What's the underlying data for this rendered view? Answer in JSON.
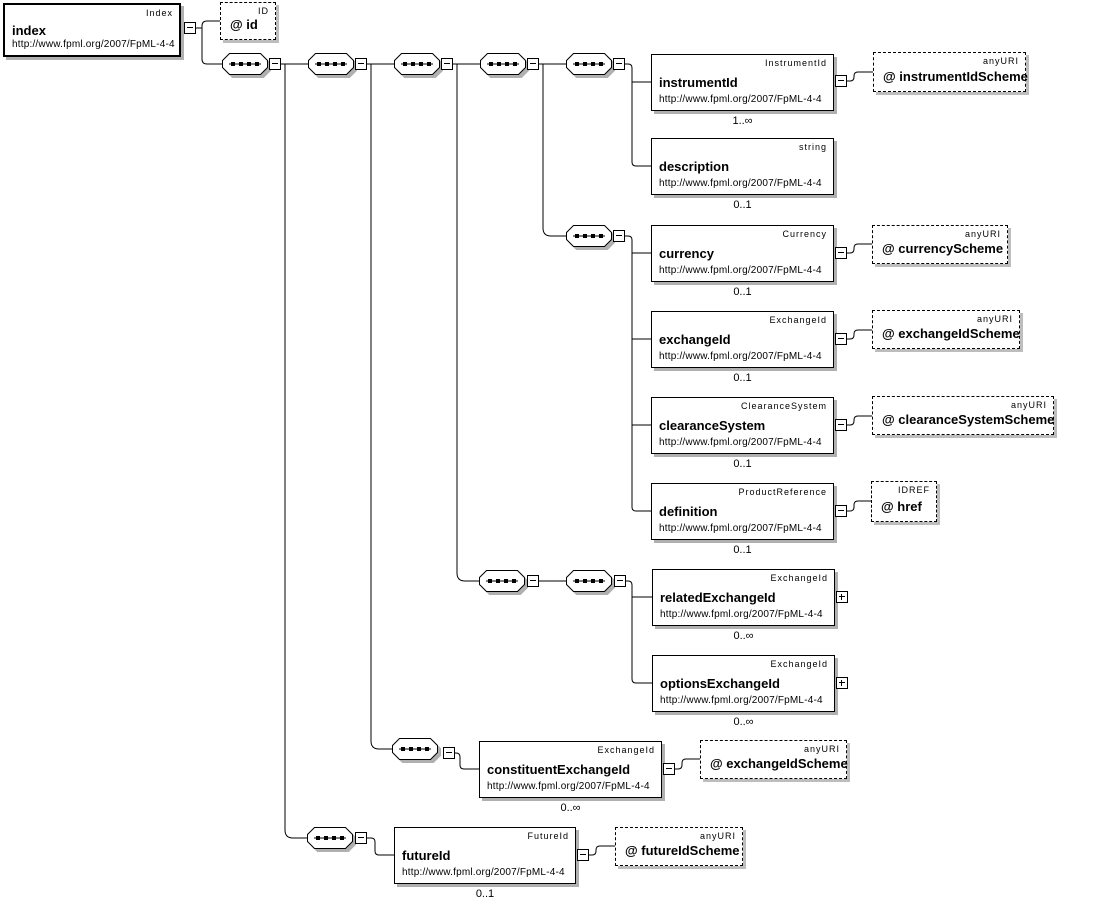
{
  "diagram": {
    "kind": "xml-schema-content-model",
    "colors": {
      "background": "#ffffff",
      "line": "#000000",
      "shadow": "#b0b0b0"
    }
  },
  "elements": {
    "index": {
      "name": "index",
      "type": "Index",
      "namespace": "http://www.fpml.org/2007/FpML-4-4"
    },
    "instrumentId": {
      "name": "instrumentId",
      "type": "InstrumentId",
      "namespace": "http://www.fpml.org/2007/FpML-4-4",
      "cardinality": "1..∞"
    },
    "description": {
      "name": "description",
      "type": "string",
      "namespace": "http://www.fpml.org/2007/FpML-4-4",
      "cardinality": "0..1"
    },
    "currency": {
      "name": "currency",
      "type": "Currency",
      "namespace": "http://www.fpml.org/2007/FpML-4-4",
      "cardinality": "0..1"
    },
    "exchangeId": {
      "name": "exchangeId",
      "type": "ExchangeId",
      "namespace": "http://www.fpml.org/2007/FpML-4-4",
      "cardinality": "0..1"
    },
    "clearanceSystem": {
      "name": "clearanceSystem",
      "type": "ClearanceSystem",
      "namespace": "http://www.fpml.org/2007/FpML-4-4",
      "cardinality": "0..1"
    },
    "definition": {
      "name": "definition",
      "type": "ProductReference",
      "namespace": "http://www.fpml.org/2007/FpML-4-4",
      "cardinality": "0..1"
    },
    "relatedExchangeId": {
      "name": "relatedExchangeId",
      "type": "ExchangeId",
      "namespace": "http://www.fpml.org/2007/FpML-4-4",
      "cardinality": "0..∞"
    },
    "optionsExchangeId": {
      "name": "optionsExchangeId",
      "type": "ExchangeId",
      "namespace": "http://www.fpml.org/2007/FpML-4-4",
      "cardinality": "0..∞"
    },
    "constituentExchangeId": {
      "name": "constituentExchangeId",
      "type": "ExchangeId",
      "namespace": "http://www.fpml.org/2007/FpML-4-4",
      "cardinality": "0..∞"
    },
    "futureId": {
      "name": "futureId",
      "type": "FutureId",
      "namespace": "http://www.fpml.org/2007/FpML-4-4",
      "cardinality": "0..1"
    }
  },
  "attributes": {
    "id": {
      "name": "@ id",
      "type": "ID"
    },
    "instrumentIdScheme": {
      "name": "@ instrumentIdScheme",
      "type": "anyURI"
    },
    "currencyScheme": {
      "name": "@ currencyScheme",
      "type": "anyURI"
    },
    "exchangeIdScheme": {
      "name": "@ exchangeIdScheme",
      "type": "anyURI"
    },
    "clearanceSystemScheme": {
      "name": "@ clearanceSystemScheme",
      "type": "anyURI"
    },
    "href": {
      "name": "@ href",
      "type": "IDREF"
    },
    "constituentExchangeIdScheme": {
      "name": "@ exchangeIdScheme",
      "type": "anyURI"
    },
    "futureIdScheme": {
      "name": "@ futureIdScheme",
      "type": "anyURI"
    }
  }
}
